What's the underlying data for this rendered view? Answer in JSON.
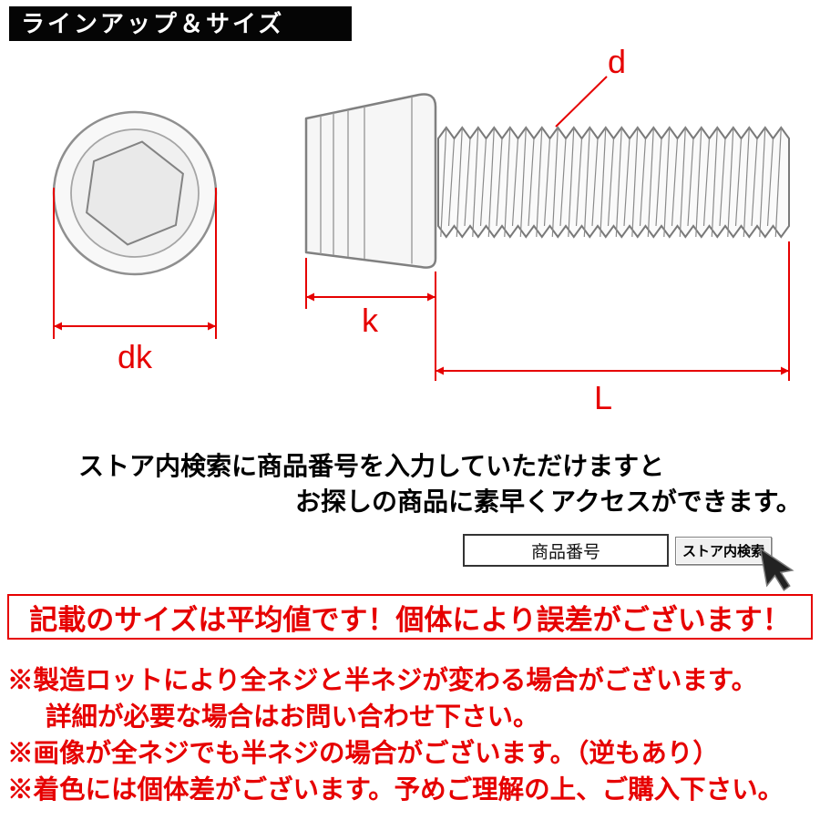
{
  "colors": {
    "accent_red": "#e60000",
    "header_bg": "#000000",
    "header_text": "#ffffff"
  },
  "header": {
    "title": "ラインアップ＆サイズ"
  },
  "diagram": {
    "labels": {
      "d": "d",
      "dk": "dk",
      "k": "k",
      "L": "L"
    }
  },
  "search_info": {
    "line1": "ストア内検索に商品番号を入力していただけますと",
    "line2": "お探しの商品に素早くアクセスができます。",
    "input_value": "商品番号",
    "button_label": "ストア内検索"
  },
  "icons": {
    "cursor_arrow": "arrow-pointer"
  },
  "notice": {
    "boxed": "記載のサイズは平均値です！個体により誤差がございます！",
    "notes": [
      "※製造ロットにより全ネジと半ネジが変わる場合がございます。",
      "詳細が必要な場合はお問い合わせ下さい。",
      "※画像が全ネジでも半ネジの場合がございます。（逆もあり）",
      "※着色には個体差がございます。予めご理解の上、ご購入下さい。"
    ]
  }
}
